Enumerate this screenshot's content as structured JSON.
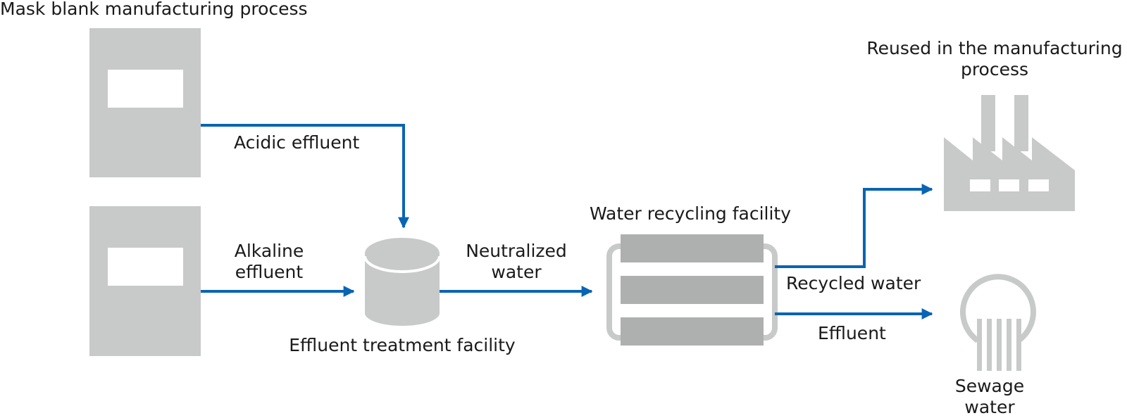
{
  "title": "Mask blank manufacturing process",
  "labels": {
    "acidic": "Acidic effluent",
    "alkaline": "Alkaline\neffluent",
    "treatment": "Effluent treatment facility",
    "neutralized": "Neutralized\nwater",
    "recycling": "Water recycling facility",
    "recycled": "Recycled water",
    "effluent": "Effluent",
    "reused": "Reused in the manufacturing\nprocess",
    "sewage": "Sewage\nwater"
  },
  "colors": {
    "arrow": "#0a64b4",
    "icon_light": "#c8c9c9",
    "icon_dark": "#aeafaf",
    "text": "#1a1a1a"
  },
  "icons": [
    "manufacturing-unit-icon",
    "treatment-tank-icon",
    "recycling-facility-icon",
    "factory-icon",
    "sewage-outlet-icon"
  ]
}
